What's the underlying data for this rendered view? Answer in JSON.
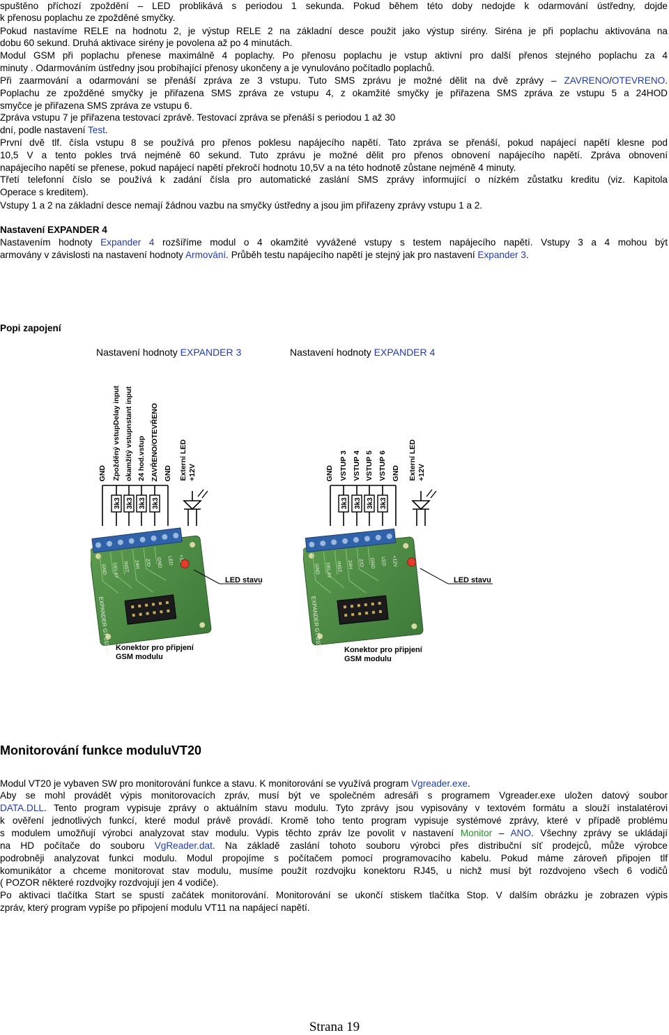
{
  "p1": [
    "spuštěno příchozí zpoždění – LED problikává s periodou 1 sekunda. Pokud během této doby nedojde k odarmování ústředny, dojde",
    "k přenosu poplachu ze zpožděné smyčky."
  ],
  "p2": [
    "Pokud nastavíme RELE na hodnotu 2, je výstup RELE 2 na základní desce použit jako výstup sirény. Siréna je při poplachu aktivována na",
    "dobu 60 sekund. Druhá aktivace sirény je povolena až po 4 minutách."
  ],
  "p3": [
    "Modul GSM při poplachu přenese maximálně 4 poplachy. Po přenosu poplachu je vstup aktivní pro další přenos stejného poplachu za 4",
    "minuty . Odarmováním ústředny jsou probíhající přenosy ukončeny a je vynulováno počítadlo poplachů."
  ],
  "p4": {
    "a": "Při zaarmování a odarmování  se přenáší zpráva ze 3 vstupu. Tuto SMS zprávu je možné dělit na dvě zprávy – ",
    "b": "ZAVRENO",
    "c": "/",
    "d": "OTEVRENO",
    "e": "."
  },
  "p5": [
    "Poplachu ze zpožděné smyčky je přiřazena SMS zpráva ze vstupu 4, z okamžité smyčky je přiřazena SMS zpráva ze vstupu 5 a 24HOD",
    "smyčce je přiřazena SMS zpráva ze vstupu 6."
  ],
  "p6": "Zpráva vstupu 7 je přiřazena testovací zprávě. Testovací zpráva se přenáší s periodou 1 až  30",
  "p6b": {
    "a": "dní, podle nastavení ",
    "b": "Test",
    "c": "."
  },
  "p7": [
    "První dvě tlf. čísla vstupu 8 se používá pro přenos poklesu napájecího napětí. Tato zpráva se přenáší, pokud napájecí napětí klesne pod",
    "10,5 V a tento pokles trvá nejméně 60 sekund. Tuto zprávu je možné dělit pro přenos obnovení napájecího napětí. Zpráva obnovení",
    "napájecího napětí se přenese, pokud napájecí napětí překročí hodnotu 10,5V a na této hodnotě zůstane nejméně 4 minuty."
  ],
  "p8": [
    "Třetí telefonní číslo se používá k zadání čísla pro automatické zaslání SMS zprávy informující o nízkém zůstatku kreditu (viz. Kapitola",
    "Operace s kreditem)."
  ],
  "p9": "Vstupy 1 a 2 na základní desce nemají žádnou vazbu na smyčky ústředny a jsou jim přiřazeny zprávy vstupu 1 a 2.",
  "exp4": {
    "title": "Nastavení EXPANDER 4",
    "l1a": "Nastavením hodnoty ",
    "l1b": "Expander 4",
    "l1c": " rozšíříme modul o 4 okamžité vyvážené vstupy s testem napájecího napětí. Vstupy 3 a 4 mohou být",
    "l2a": "armovány v závislosti na nastavení hodnoty ",
    "l2b": "Armování",
    "l2c": ". Průběh testu napájecího napětí je stejný jak pro nastavení ",
    "l2d": "Expander 3",
    "l2e": "."
  },
  "popi": "Popi zapojení",
  "cap3": {
    "a": "Nastavení hodnoty ",
    "b": "EXPANDER 3"
  },
  "cap4": {
    "a": "Nastavení hodnoty ",
    "b": "EXPANDER 4"
  },
  "board3": {
    "labels": [
      "GND",
      "Zpožděný vstupDelay input",
      "okamžitý vstupnstant input",
      "24 hod.vstup",
      "ZAVŘENO/OTEVŘENO",
      "GND",
      "Externí LED",
      "+12V"
    ],
    "resistor": "3k3",
    "led_label": "LED stavu",
    "conn1": "Konektor pro připjení",
    "conn2": "GSM modulu",
    "silk": [
      "GND",
      "DELAY",
      "INST.",
      "24H",
      "Z/O",
      "GND",
      "LED",
      "+12V"
    ],
    "pcb_name": "EXPANDER GT 010112"
  },
  "board4": {
    "labels": [
      "GND",
      "VSTUP 3",
      "VSTUP 4",
      "VSTUP 5",
      "VSTUP 6",
      "GND",
      "Externí LED",
      "+12V"
    ],
    "resistor": "3k3",
    "led_label": "LED stavu",
    "conn1": "Konektor pro připjení",
    "conn2": "GSM modulu",
    "silk": [
      "GND",
      "DELAY",
      "INST.",
      "24H",
      "Z/O",
      "GND",
      "LED",
      "+12V"
    ],
    "pcb_name": "EXPANDER GT 010112"
  },
  "mon": {
    "title": "Monitorování funkce moduluVT20",
    "l1a": "Modul VT20 je vybaven SW pro monitorování funkce a stavu. K monitorování se využívá program ",
    "l1b": "Vgreader.exe",
    "l1c": ".",
    "l2": "Aby se mohl provádět výpis monitorovacích zpráv, musí být ve společném adresáři s programem Vgreader.exe uložen datový soubor",
    "l3a": "DATA.DLL",
    "l3b": ". Tento program vypisuje zprávy o aktuálním stavu modulu. Tyto zprávy jsou vypisovány v textovém formátu a slouží instalatérovi",
    "l4": "k ověření jednotlivých funkcí, které modul právě provádí. Kromě toho tento program vypisuje systémové zprávy, které v případě problému",
    "l5a": "s modulem umožňují výrobci analyzovat stav modulu. Vypis těchto zpráv lze povolit v nastavení ",
    "l5b": "Monitor",
    "l5c": " – ",
    "l5d": "ANO",
    "l5e": ". Všechny zprávy se ukládají",
    "l6a": "na HD počítače do souboru ",
    "l6b": "VgReader.dat",
    "l6c": ". Na  základě zaslání tohoto souboru výrobci přes distribuční síť prodejců, může výrobce",
    "l7": "podrobněji analyzovat funkci modulu. Modul propojíme  s počítačem pomocí programovacího kabelu. Pokud máme zároveň připojen tlf",
    "l8": "komunikátor a chceme monitorovat stav modulu, musíme použít rozdvojku konektoru RJ45, u nichž musí být rozdvojeno všech 6 vodičů",
    "l9": "( POZOR některé rozdvojky rozdvojují jen 4 vodiče).",
    "l10": "Po aktivaci tlačítka Start se spustí začátek monitorování. Monitorování se ukončí stiskem tlačítka Stop. V dalším obrázku je zobrazen výpis",
    "l11": "zpráv, který program vypíše po připojení modulu VT11 na napájecí napětí."
  },
  "footer": "Strana 19",
  "colors": {
    "link_blue": "#1f3bb3",
    "link_green": "#2e8b2e",
    "pcb_green": "#4f8a46",
    "terminal_blue": "#2f62a8"
  }
}
